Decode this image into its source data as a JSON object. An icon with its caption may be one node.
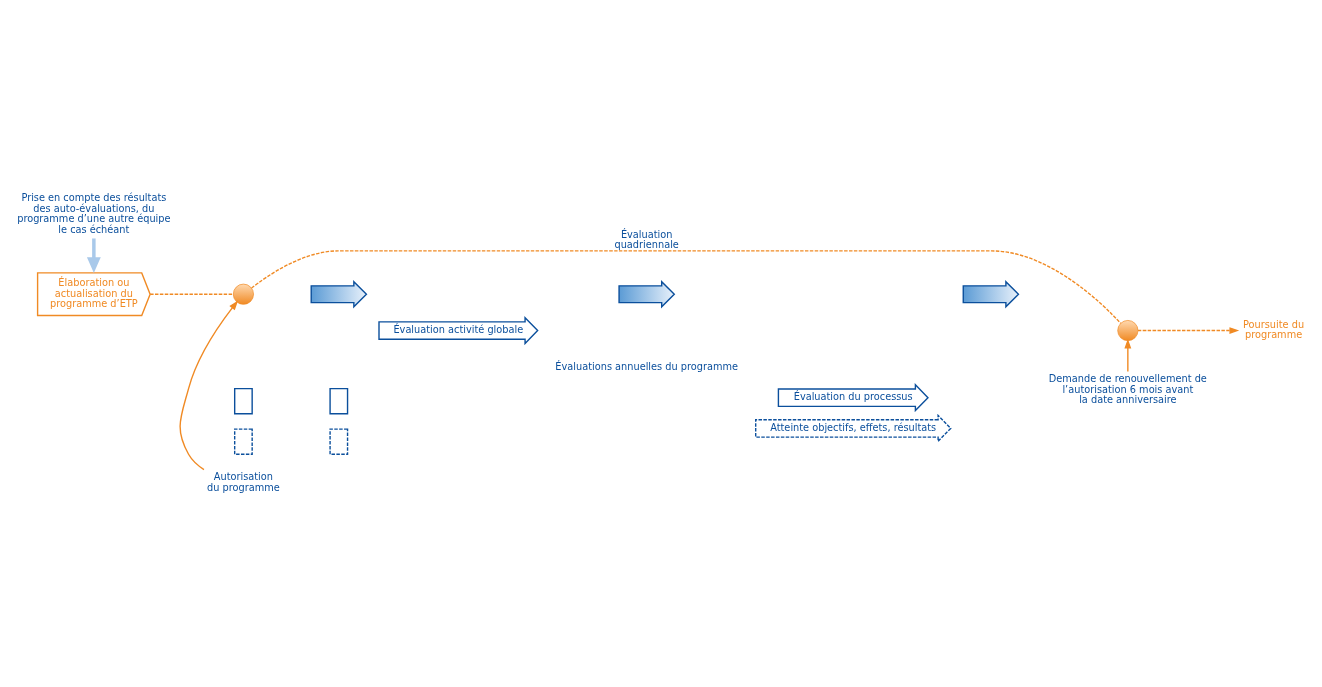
{
  "diagram": {
    "nodes": [
      {
        "text": [
          "Élaboration ou actualisation du programme d’ETP"
        ]
      },
      {
        "text": [],
        "shape": "circle"
      },
      {
        "text": [],
        "shape": "circle"
      },
      {
        "text": [
          "Poursuite du programme"
        ]
      },
      {
        "text": [
          "Autorisation du programme"
        ]
      },
      {
        "text": [
          "Demande de renouvellement de l’autorisation 6 mois avant la date anniversaire"
        ]
      },
      {
        "text": [
          "Prise en compte des résultats des auto-évaluations, du programme d’une autre équipe le cas échéant"
        ]
      },
      {
        "text": [],
        "shape": "arrow"
      },
      {
        "text": [],
        "shape": "arrow"
      },
      {
        "text": [],
        "shape": "arrow"
      },
      {
        "text": [
          "Évaluation activité globale"
        ]
      },
      {
        "text": [],
        "shape": "box"
      },
      {
        "text": [],
        "shape": "box"
      },
      {
        "text": [
          "Évaluation du processus"
        ]
      },
      {
        "text": [],
        "shape": "box"
      },
      {
        "text": [],
        "shape": "box"
      },
      {
        "text": [
          "Atteinte objectifs, effets, résultats"
        ]
      }
    ],
    "edges": [
      {
        "from": 0,
        "to": 1,
        "arrow": "none",
        "style": "dashed"
      },
      {
        "from": 1,
        "to": 2,
        "arrow": "none",
        "style": "dashed",
        "label": "Évaluation quadriennale"
      },
      {
        "from": 2,
        "to": 3,
        "arrow": "to",
        "style": "dashed"
      },
      {
        "from": 4,
        "to": 1,
        "arrow": "to"
      },
      {
        "from": 5,
        "to": 2,
        "arrow": "to"
      },
      {
        "from": 6,
        "to": 0,
        "arrow": "to",
        "style": "thick",
        "color": "#a9c9ea"
      }
    ],
    "labels": [
      "Évaluations annuelles du programme"
    ]
  }
}
